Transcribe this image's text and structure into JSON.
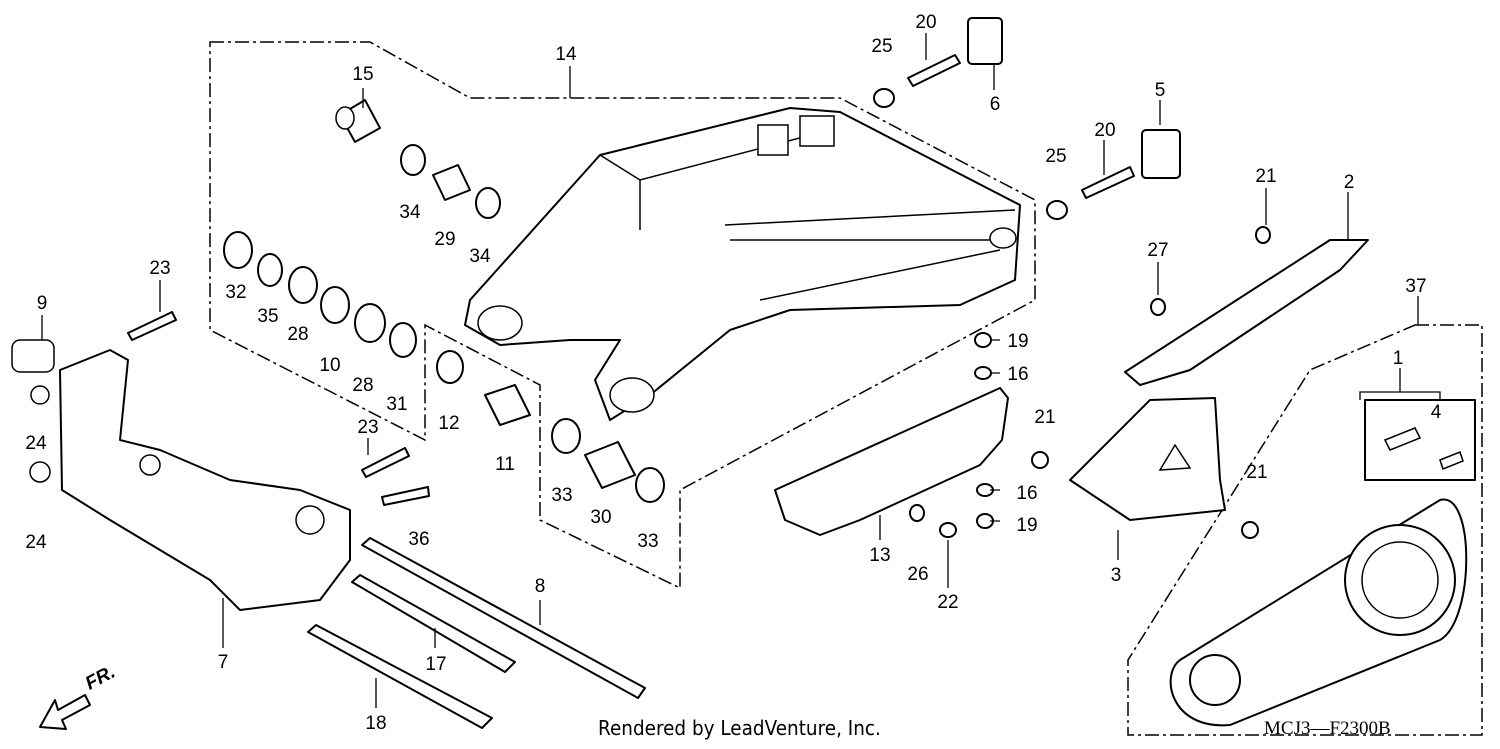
{
  "footer": {
    "credit": "Rendered by LeadVenture, Inc.",
    "diagram_code": "MCJ3—F2300B",
    "direction_label": "FR."
  },
  "callouts": {
    "c1": "1",
    "c2": "2",
    "c3": "3",
    "c4": "4",
    "c5": "5",
    "c6": "6",
    "c7": "7",
    "c8": "8",
    "c9": "9",
    "c10": "10",
    "c11": "11",
    "c12": "12",
    "c13": "13",
    "c14": "14",
    "c15": "15",
    "c16a": "16",
    "c16b": "16",
    "c17": "17",
    "c18": "18",
    "c19a": "19",
    "c19b": "19",
    "c20a": "20",
    "c20b": "20",
    "c21a": "21",
    "c21b": "21",
    "c21c": "21",
    "c22": "22",
    "c23a": "23",
    "c23b": "23",
    "c24a": "24",
    "c24b": "24",
    "c25a": "25",
    "c25b": "25",
    "c26": "26",
    "c27": "27",
    "c28a": "28",
    "c28b": "28",
    "c29": "29",
    "c30": "30",
    "c31": "31",
    "c32": "32",
    "c33a": "33",
    "c33b": "33",
    "c34a": "34",
    "c34b": "34",
    "c35": "35",
    "c36": "36",
    "c37": "37"
  }
}
